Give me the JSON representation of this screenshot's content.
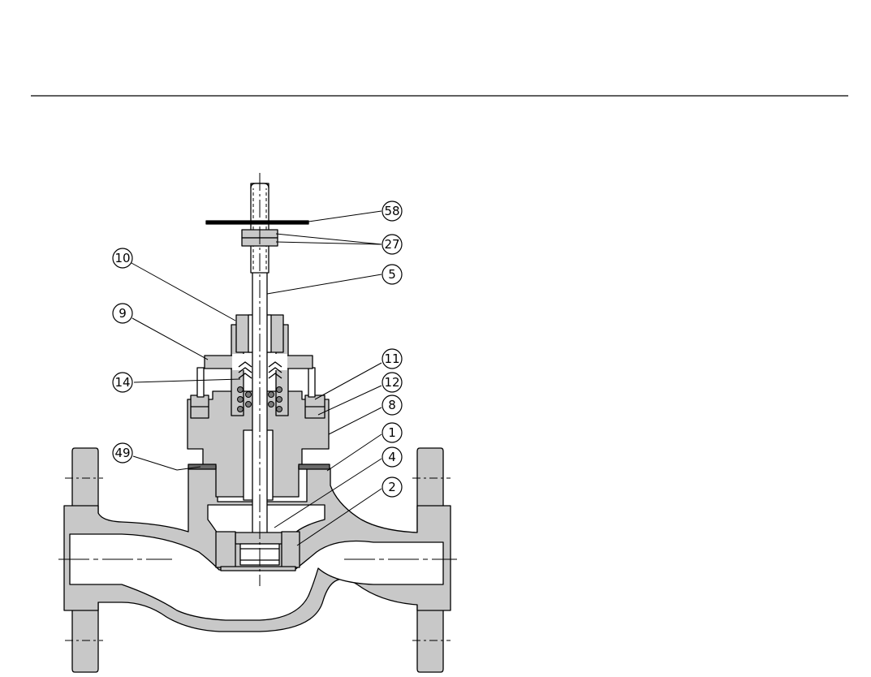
{
  "diagram": {
    "type": "valve-cross-section",
    "colors": {
      "body_fill": "#c8c8c8",
      "line": "#000000",
      "background": "#ffffff"
    },
    "callouts": [
      {
        "id": "58",
        "label": "58"
      },
      {
        "id": "27",
        "label": "27"
      },
      {
        "id": "5",
        "label": "5"
      },
      {
        "id": "10",
        "label": "10"
      },
      {
        "id": "9",
        "label": "9"
      },
      {
        "id": "14",
        "label": "14"
      },
      {
        "id": "11",
        "label": "11"
      },
      {
        "id": "12",
        "label": "12"
      },
      {
        "id": "8",
        "label": "8"
      },
      {
        "id": "49",
        "label": "49"
      },
      {
        "id": "1",
        "label": "1"
      },
      {
        "id": "4",
        "label": "4"
      },
      {
        "id": "2",
        "label": "2"
      }
    ]
  }
}
